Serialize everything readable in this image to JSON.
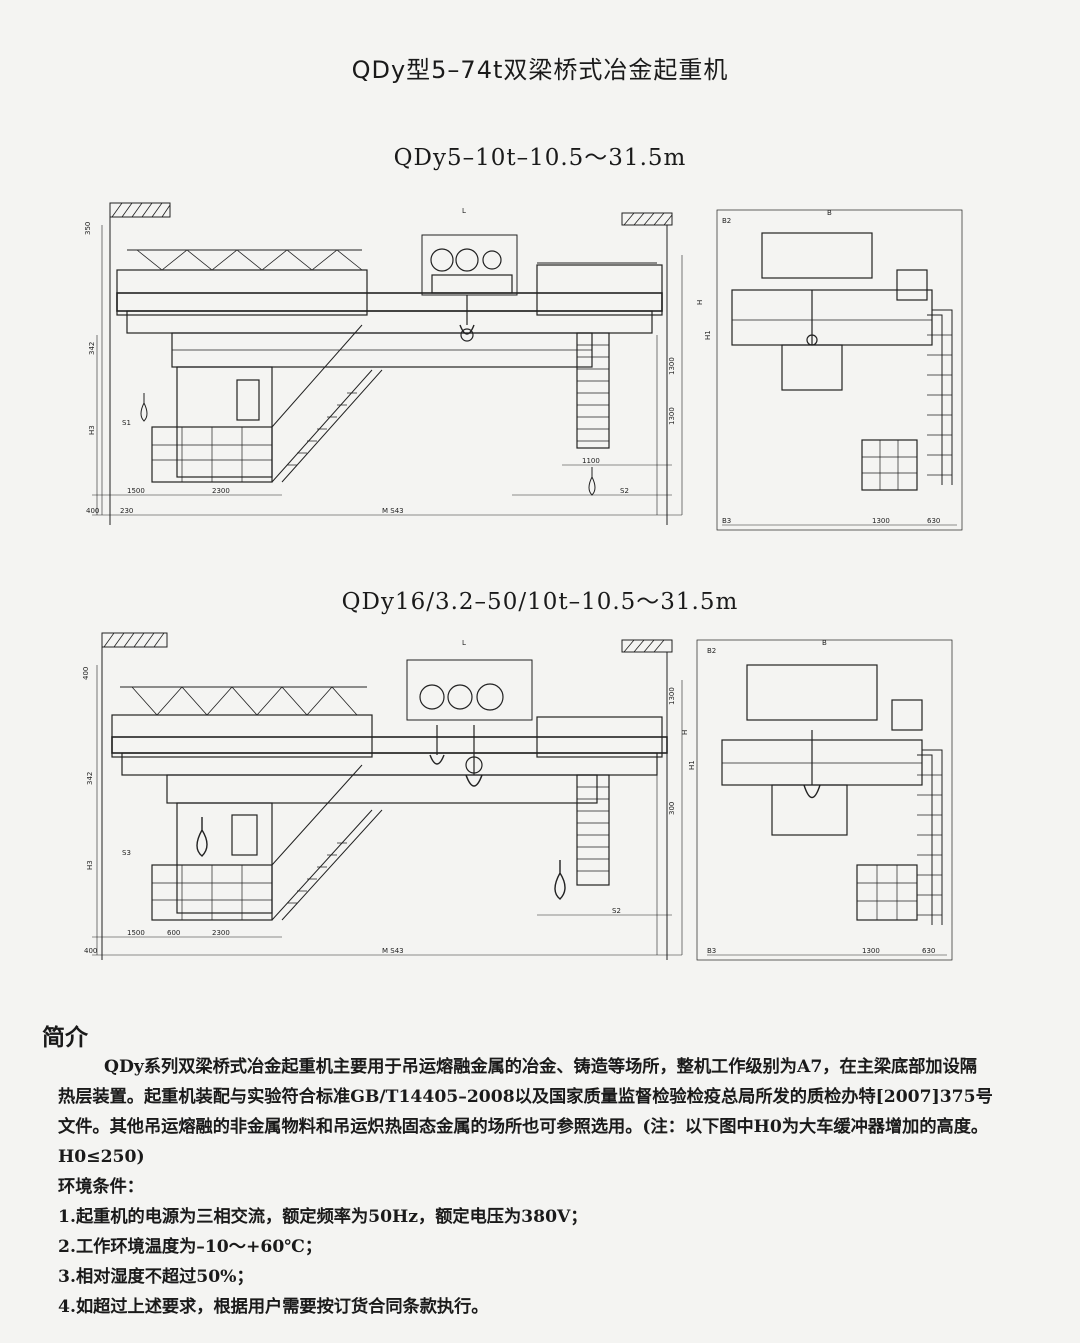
{
  "doc": {
    "title": "QDy型5–74t双梁桥式冶金起重机",
    "sections": [
      {
        "subtitle": "QDy5–10t–10.5～31.5m",
        "dims": {
          "top_left": "350",
          "left_vert_1": "342",
          "left_vert_2": "H3",
          "s1": "S1",
          "d1500": "1500",
          "d2300": "2300",
          "d230": "230",
          "span": "M S43",
          "d400": "400",
          "d1100": "1100",
          "s2": "S2",
          "r1": "1300",
          "r2": "1300",
          "h": "H",
          "h1": "H1",
          "b": "B",
          "b1": "B2",
          "b3": "B3",
          "d1300b": "1300",
          "d630": "630",
          "l": "L"
        }
      },
      {
        "subtitle": "QDy16/3.2–50/10t–10.5～31.5m",
        "dims": {
          "top_left": "400",
          "left_vert_1": "342",
          "left_vert_2": "H3",
          "s1": "S3",
          "d1500": "1500",
          "d2300": "2300",
          "d600": "600",
          "span": "M S43",
          "d400": "400",
          "s2": "S2",
          "r1": "1300",
          "r2": "300",
          "h": "H",
          "h1": "H1",
          "b": "B",
          "b1": "B2",
          "b3": "B3",
          "d1300b": "1300",
          "d630": "630",
          "l": "L"
        }
      }
    ],
    "intro": {
      "heading": "简介",
      "paragraph": "QDy系列双梁桥式冶金起重机主要用于吊运熔融金属的冶金、铸造等场所，整机工作级别为A7，在主梁底部加设隔热层装置。起重机装配与实验符合标准GB/T14405–2008以及国家质量监督检验检疫总局所发的质检办特[2007]375号文件。其他吊运熔融的非金属物料和吊运炽热固态金属的场所也可参照选用。(注：以下图中H0为大车缓冲器增加的高度。H0≤250)",
      "env_title": "环境条件：",
      "conditions": [
        "1.起重机的电源为三相交流，额定频率为50Hz，额定电压为380V；",
        "2.工作环境温度为–10～+60℃；",
        "3.相对湿度不超过50%；",
        "4.如超过上述要求，根据用户需要按订货合同条款执行。"
      ]
    }
  }
}
